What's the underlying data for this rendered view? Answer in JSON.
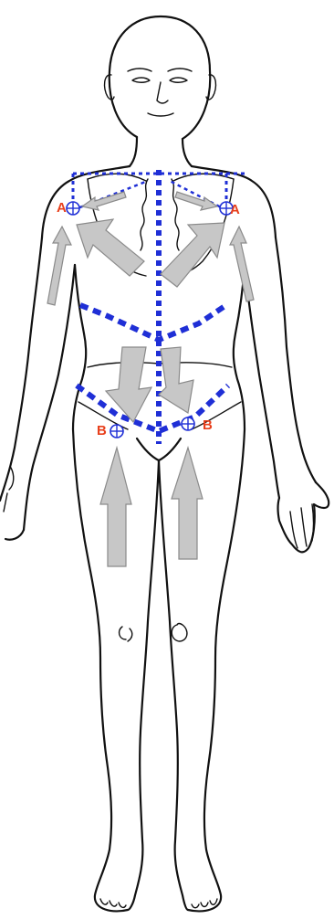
{
  "colors": {
    "outline": "#111111",
    "reference_lines": "#1f2fd6",
    "arrows": "#c7c7c7",
    "point_labels": "#e8401c"
  },
  "points": {
    "shoulder_left_label": "A",
    "shoulder_right_label": "A",
    "hip_left_label": "B",
    "hip_right_label": "B"
  }
}
